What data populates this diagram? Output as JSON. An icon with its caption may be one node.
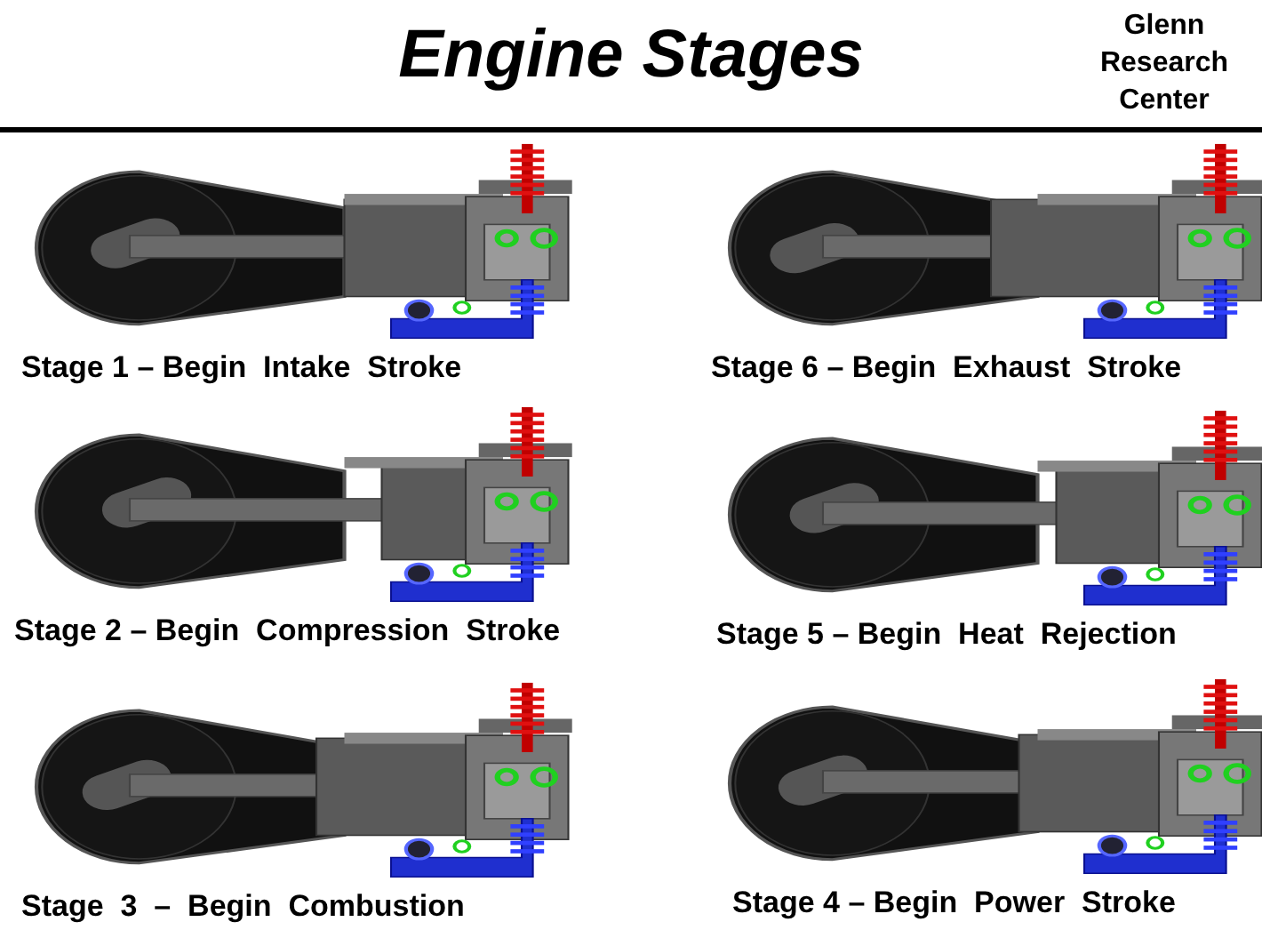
{
  "diagram": {
    "title": "Engine Stages",
    "labels": [
      "Glenn Research Center",
      "Stage 1 – Begin  Intake  Stroke",
      "Stage 6 – Begin  Exhaust  Stroke",
      "Stage 2 – Begin  Compression  Stroke",
      "Stage 5 – Begin  Heat  Rejection",
      "Stage  3  –  Begin  Combustion",
      "Stage 4 – Begin  Power  Stroke"
    ]
  }
}
